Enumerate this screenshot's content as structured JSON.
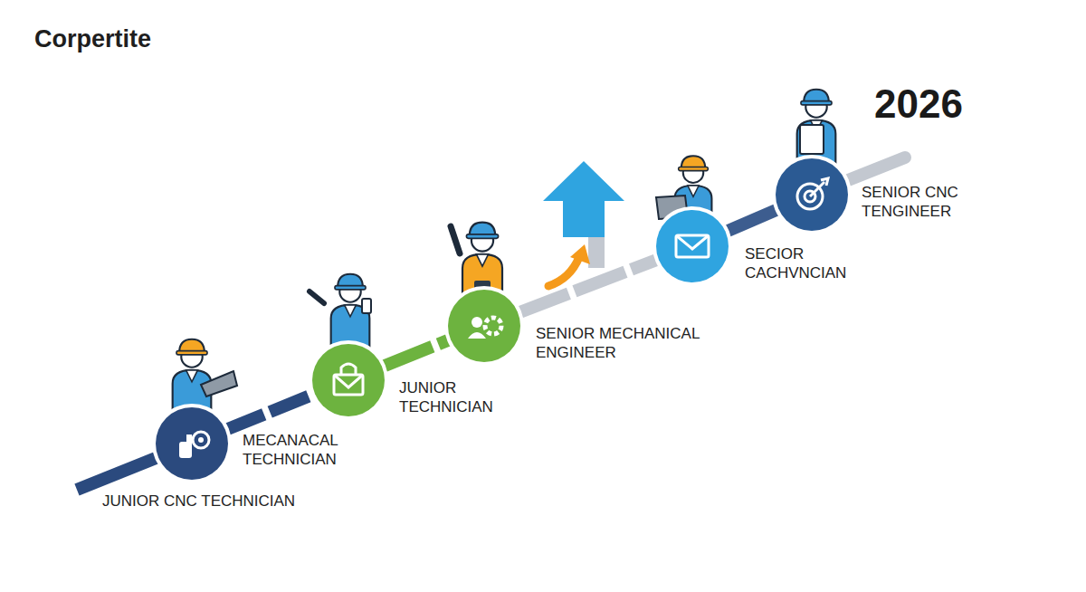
{
  "diagram": {
    "title": "Corpertite",
    "nodes": [
      {
        "text": [
          "MECANACAL TECHNICIAN",
          "JUNIOR CNC TECHNICIAN"
        ]
      },
      {
        "text": [
          "JUNIOR TECHNICIAN"
        ]
      },
      {
        "text": [
          "SENIOR MECHANICAL ENGINEER"
        ]
      },
      {
        "text": [
          "SECIOR CACHVNCIAN"
        ]
      },
      {
        "text": [
          "SENIOR CNC TENGINEER"
        ]
      }
    ],
    "edges": [
      {
        "from": 0,
        "to": 1,
        "arrow": "none"
      },
      {
        "from": 1,
        "to": 2,
        "arrow": "none"
      },
      {
        "from": 2,
        "to": 3,
        "arrow": "none"
      },
      {
        "from": 3,
        "to": 4,
        "arrow": "none"
      }
    ],
    "labels": [
      "2026"
    ]
  }
}
